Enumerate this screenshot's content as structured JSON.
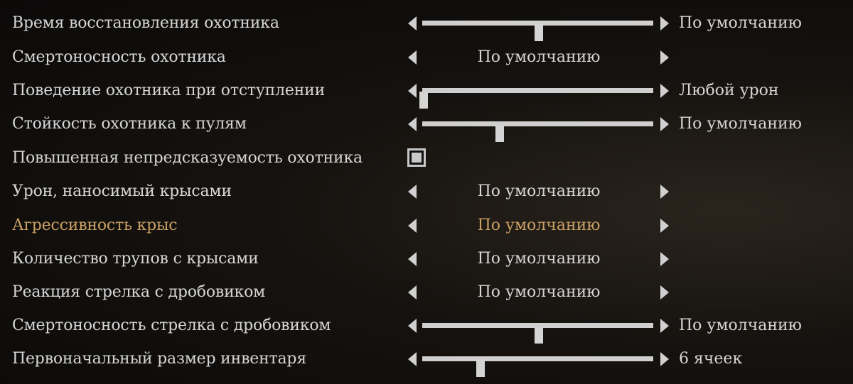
{
  "settings": {
    "rows": [
      {
        "label": "Время восстановления охотника",
        "value": "По умолчанию",
        "slider_level": 0.5
      },
      {
        "label": "Смертоносность охотника",
        "value": "По умолчанию"
      },
      {
        "label": "Поведение охотника при отступлении",
        "value": "Любой урон",
        "slider_level": 0.0
      },
      {
        "label": "Стойкость охотника к пулям",
        "value": "По умолчанию",
        "slider_level": 0.33
      },
      {
        "label": "Повышенная непредсказуемость охотника",
        "checked": true
      },
      {
        "label": "Урон, наносимый крысами",
        "value": "По умолчанию"
      },
      {
        "label": "Агрессивность крыс",
        "value": "По умолчанию",
        "highlighted": true
      },
      {
        "label": "Количество трупов с крысами",
        "value": "По умолчанию"
      },
      {
        "label": "Реакция стрелка с дробовиком",
        "value": "По умолчанию"
      },
      {
        "label": "Смертоносность стрелка с дробовиком",
        "value": "По умолчанию",
        "slider_level": 0.5
      },
      {
        "label": "Первоначальный размер инвентаря",
        "value": "6 ячеек",
        "slider_level": 0.25
      }
    ]
  },
  "colors": {
    "text": "#d6d6d6",
    "highlight": "#c9a063",
    "control": "#cfcfcf"
  }
}
